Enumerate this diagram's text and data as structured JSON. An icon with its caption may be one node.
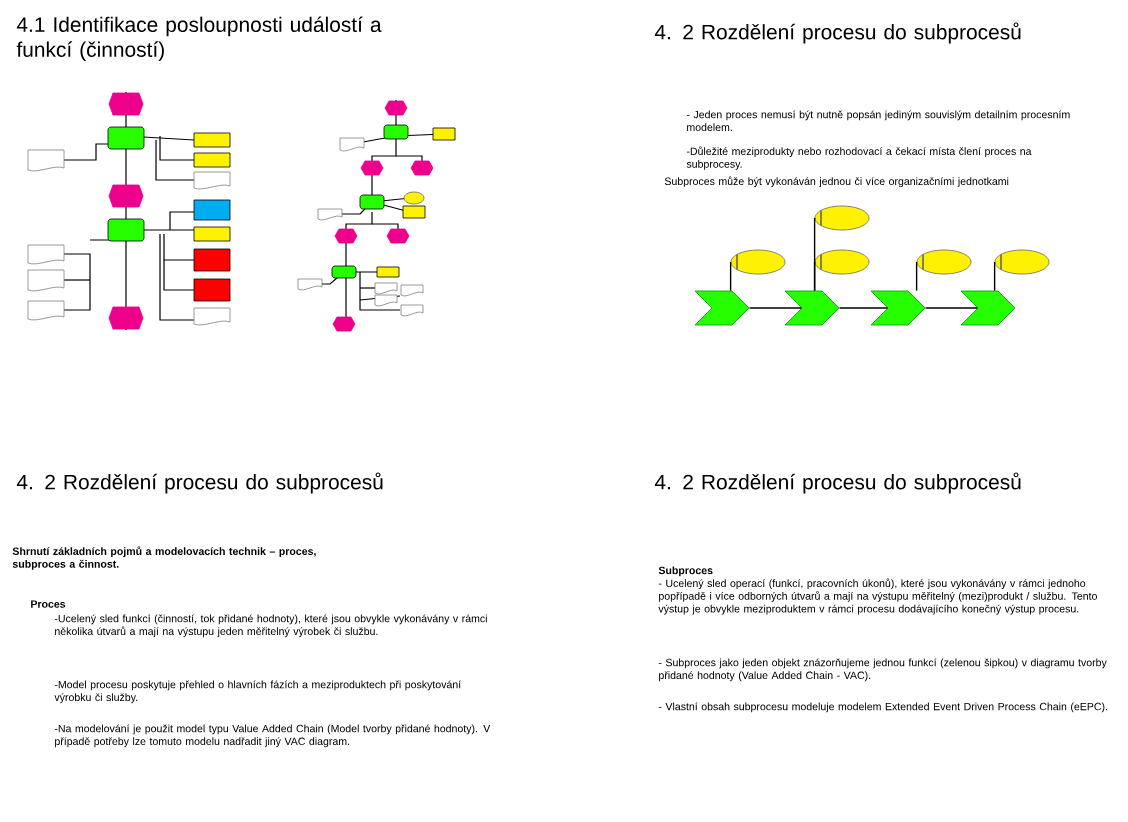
{
  "diagram": {
    "nodes": [
      {
        "text": [],
        "shape": "chevron"
      },
      {
        "text": [],
        "shape": "chevron"
      },
      {
        "text": [],
        "shape": "chevron"
      },
      {
        "text": [],
        "shape": "chevron"
      },
      {
        "text": [],
        "shape": "ellipse"
      },
      {
        "text": [],
        "shape": "ellipse"
      },
      {
        "text": [],
        "shape": "ellipse"
      },
      {
        "text": [],
        "shape": "ellipse"
      },
      {
        "text": [],
        "shape": "ellipse"
      }
    ],
    "edges": [
      {
        "from": 0,
        "to": 1,
        "arrow": "none"
      },
      {
        "from": 1,
        "to": 2,
        "arrow": "none"
      },
      {
        "from": 2,
        "to": 3,
        "arrow": "none"
      },
      {
        "from": 0,
        "to": 4,
        "arrow": "none"
      },
      {
        "from": 1,
        "to": 5,
        "arrow": "none"
      },
      {
        "from": 1,
        "to": 6,
        "arrow": "none"
      },
      {
        "from": 2,
        "to": 7,
        "arrow": "none"
      },
      {
        "from": 3,
        "to": 8,
        "arrow": "none"
      }
    ],
    "labels": [
      "4.1 Identifikace posloupnosti událostí a funkcí (činností)",
      "4. 2 Rozdělení procesu do subprocesů",
      "- Jeden proces nemusí být nutně popsán jediným souvislým detailním procesním modelem.",
      "-Důležité meziprodukty nebo rozhodovací a čekací místa člení proces na subprocesy.",
      "Subproces může být vykonáván jednou či více organizačními jednotkami",
      "4. 2 Rozdělení procesu do subprocesů",
      "Shrnutí základních pojmů a modelovacích technik – proces, subproces a činnost.",
      "Proces",
      "-Ucelený sled funkcí (činností, tok přidané hodnoty), které jsou obvykle vykonávány v rámci několika útvarů a mají na výstupu jeden měřitelný výrobek či službu.",
      "-Model procesu poskytuje přehled o hlavních fázích a meziproduktech při poskytování výrobku či služby.",
      "-Na modelování je použit model typu Value Added Chain (Model tvorby přidané hodnoty). V případě potřeby lze tomuto modelu nadřadit jiný VAC diagram.",
      "4. 2 Rozdělení procesu do subprocesů",
      "Subproces",
      "- Ucelený sled operací (funkcí, pracovních úkonů), které jsou vykonávány v rámci jednoho popřípadě i více odborných útvarů a mají na výstupu měřitelný (mezi)produkt / službu. Tento výstup je obvykle meziproduktem v rámci procesu dodávajícího konečný výstup procesu.",
      "- Subproces jako jeden objekt znázorňujeme jednou funkcí (zelenou šipkou) v diagramu tvorby přidané hodnoty (Value Added Chain - VAC).",
      "- Vlastní obsah subprocesu modeluje modelem Extended Event Driven Process Chain (eEPC)."
    ]
  }
}
